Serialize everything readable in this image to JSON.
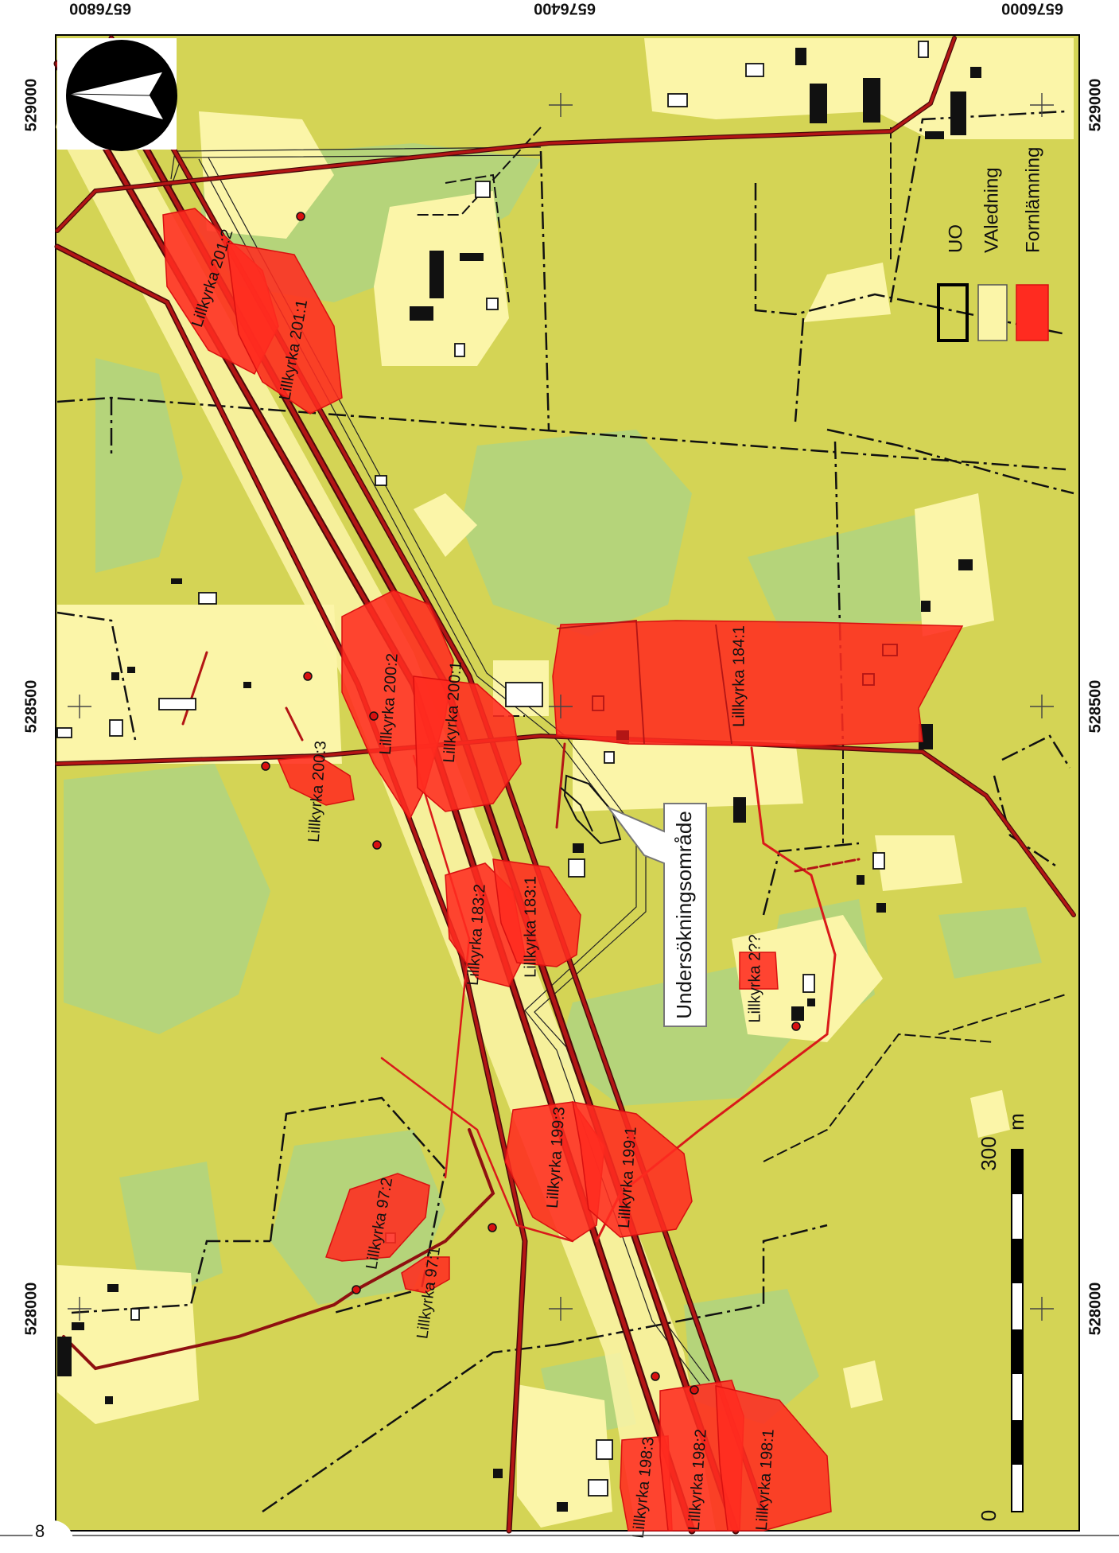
{
  "top_coords": [
    "6576800",
    "6576400",
    "6576000"
  ],
  "left_coords": [
    "529000",
    "528500",
    "528000"
  ],
  "right_coords": [
    "529000",
    "528500",
    "528000"
  ],
  "legend": {
    "items": [
      {
        "label": "UO"
      },
      {
        "label": "VAledning"
      },
      {
        "label": "Fornlämning"
      }
    ]
  },
  "callout": {
    "label": "Undersökningsområde"
  },
  "scale": {
    "zero": "0",
    "max": "300",
    "unit": "m"
  },
  "page_number": "8",
  "sites": [
    {
      "label": "Lillkyrka 201:2"
    },
    {
      "label": "Lillkyrka 201:1"
    },
    {
      "label": "Lillkyrka 200:3"
    },
    {
      "label": "Lillkyrka 200:2"
    },
    {
      "label": "Lillkyrka 200:1"
    },
    {
      "label": "Lillkyrka 184:1"
    },
    {
      "label": "Lillkyrka 183:2"
    },
    {
      "label": "Lillkyrka 183:1"
    },
    {
      "label": "Lillkyrka 2??"
    },
    {
      "label": "Lillkyrka 199:3"
    },
    {
      "label": "Lillkyrka 199:1"
    },
    {
      "label": "Lillkyrka 97:2"
    },
    {
      "label": "Lillkyrka 97:1"
    },
    {
      "label": "Lillkyrka 198:3"
    },
    {
      "label": "Lillkyrka 198:2"
    },
    {
      "label": "Lillkyrka 198:1"
    }
  ],
  "colors": {
    "field": "#d4d455",
    "forest": "#b5d47a",
    "open": "#fbf5a8",
    "road": "#b31515",
    "site": "#ff2b20"
  }
}
